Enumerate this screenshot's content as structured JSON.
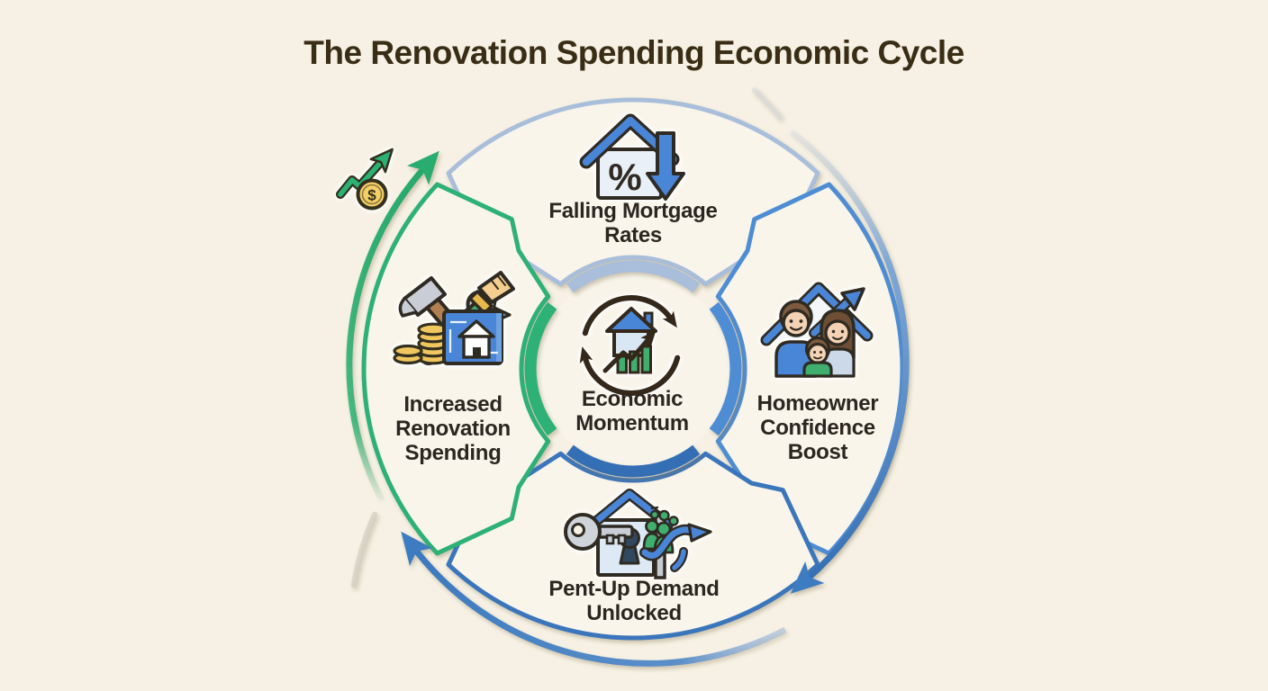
{
  "title": "The Renovation Spending Economic Cycle",
  "center": {
    "label": "Economic Momentum",
    "icon": "house-growth-cycle"
  },
  "stages": [
    {
      "label": "Falling Mortgage Rates",
      "position": "top",
      "accent_color": "#A9BEDB",
      "icon": "house-percent-down-arrow"
    },
    {
      "label": "Homeowner Confidence Boost",
      "position": "right",
      "accent_color": "#4E8DD3",
      "icon": "family-under-roof-up-arrow"
    },
    {
      "label": "Pent-Up Demand Unlocked",
      "position": "bottom",
      "accent_color": "#3B76BC",
      "icon": "key-house-unlock-flow"
    },
    {
      "label": "Increased Renovation Spending",
      "position": "left",
      "accent_color": "#2DB176",
      "icon": "tools-coins-blueprint"
    }
  ],
  "glyphs": {
    "percent": "%",
    "dollar": "$"
  },
  "colors": {
    "background": "#F6F1E4",
    "title_text": "#3A2D15",
    "label_text": "#2B2620",
    "green": "#2BB173",
    "blue": "#4A86D8",
    "dark_blue": "#346FB5",
    "periwinkle": "#A9BEDB",
    "gold": "#F0C75E",
    "outline": "#2F2B22"
  }
}
